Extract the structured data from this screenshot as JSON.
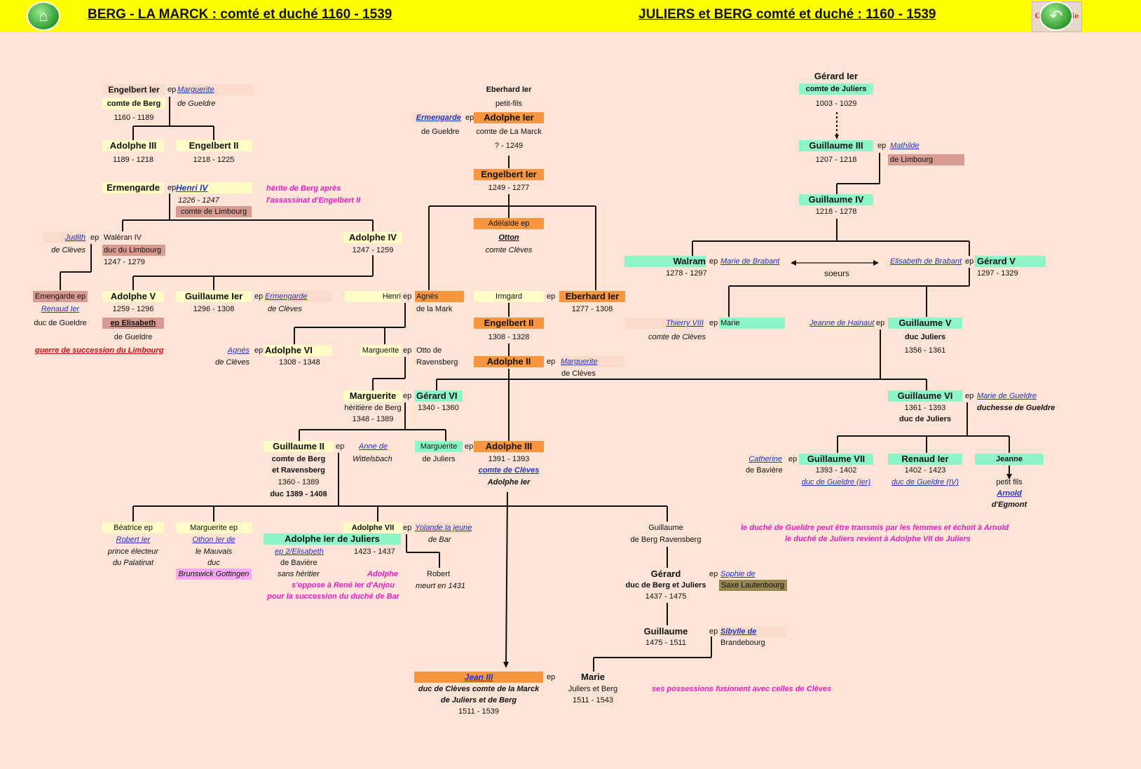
{
  "header": {
    "left_title": "BERG - LA MARCK : comté et duché  1160 - 1539",
    "right_title": "JULIERS et BERG  comté et duché  : 1160 - 1539",
    "home_icon": "home-icon",
    "logo_text": "Généalogie",
    "back_icon": "back-arrow-icon"
  },
  "colors": {
    "header_bg": "#ffff00",
    "page_bg": "#fde4d6",
    "berg": "#fffcc8",
    "la_marck": "#f7963f",
    "juliers": "#8ef5c8",
    "limbourg": "#d79b92"
  },
  "tree": {
    "engelbert1": {
      "name": "Engelbert Ier",
      "title": "comte de Berg",
      "dates": "1160 - 1189",
      "ep": "ep",
      "spouse": "Marguerite",
      "spouse_house": "de Gueldre"
    },
    "adolphe3": {
      "name": "Adolphe III",
      "dates": "1189 - 1218"
    },
    "engelbert2": {
      "name": "Engelbert II",
      "dates": "1218 - 1225"
    },
    "ermengarde": {
      "name": "Ermengarde",
      "ep": "ep",
      "spouse": "Henri IV",
      "spouse_dates": "1226 - 1247",
      "spouse_title": "comte de Limbourg"
    },
    "note_berg": [
      "hérite de Berg après",
      "l'assassinat d'Engelbert II"
    ],
    "waleran": {
      "spouse": "Judith",
      "spouse_house": "de Clèves",
      "ep": "ep",
      "name": "Waléran IV",
      "title": "duc du Limbourg",
      "dates": "1247 - 1279"
    },
    "adolphe4": {
      "name": "Adolphe IV",
      "dates": "1247 - 1259"
    },
    "emengarde": {
      "name": "Emengarde ep",
      "spouse": "Renaud Ier",
      "spouse_title": "duc de Gueldre"
    },
    "war_note": "guerre de succession du Limbourg",
    "adolphe5": {
      "name": "Adolphe V",
      "dates": "1259 - 1296",
      "spouse": "ep Elisabeth",
      "spouse_house": "de Gueldre"
    },
    "guillaume1": {
      "name": "Guillaume Ier",
      "dates": "1296 - 1308",
      "ep": "ep",
      "spouse": "Ermengarde",
      "spouse_house": "de Clèves"
    },
    "henri": {
      "name": "Henri",
      "ep": "ep",
      "spouse": "Agnès",
      "spouse_house": "de la Mark"
    },
    "agnes": {
      "name": "Agnès",
      "house": "de Clèves",
      "ep": "ep"
    },
    "adolphe6": {
      "name": "Adolphe VI",
      "dates": "1308 - 1348"
    },
    "marguerite_r": {
      "name": "Marguerite",
      "ep": "ep",
      "spouse": "Otto de",
      "spouse2": "Ravensberg"
    },
    "marguerite_h": {
      "name": "Marguerite",
      "title": "héritière de Berg",
      "dates": "1348 - 1389",
      "ep": "ep"
    },
    "gerard6": {
      "name": "Gérard VI",
      "dates": "1340 - 1360"
    },
    "guillaume2": {
      "name": "Guillaume II",
      "title1": "comte de Berg",
      "title2": "et Ravensberg",
      "dates": "1360 - 1389",
      "duc": "duc 1389 - 1408",
      "ep": "ep",
      "spouse": "Anne de",
      "spouse_house": "Wittelsbach"
    },
    "marguerite_j": {
      "name": "Marguerite",
      "house": "de Juliers",
      "ep": "ep"
    },
    "eberhard_top": {
      "name": "Eberhard Ier",
      "title": "petit-fils"
    },
    "adolphe1": {
      "spouse": "Ermengarde",
      "spouse_house": "de Gueldre",
      "ep": "ep",
      "name": "Adolphe Ier",
      "title": "comte de La Marck",
      "dates": "? - 1249"
    },
    "engelbert1m": {
      "name": "Engelbert Ier",
      "dates": "1249 - 1277"
    },
    "adelaide": {
      "name": "Adélaïde ep",
      "spouse": "Otton",
      "spouse_title": "comte Clèves"
    },
    "irmgard": {
      "name": "Irmgard",
      "ep": "ep"
    },
    "eberhard1": {
      "name": "Eberhard Ier",
      "dates": "1277 - 1308"
    },
    "engelbert2m": {
      "name": "Engelbert II",
      "dates": "1308 - 1328"
    },
    "adolphe2": {
      "name": "Adolphe II",
      "ep": "ep",
      "spouse": "Marguerite",
      "spouse_house": "de Clèves"
    },
    "adolphe3m": {
      "name": "Adolphe III",
      "dates": "1391 - 1393",
      "title": "comte de Clèves",
      "title2": "Adolphe Ier"
    },
    "beatrice": {
      "name": "Béatrice ep",
      "spouse": "Robert Ier",
      "t1": "prince électeur",
      "t2": "du Palatinat"
    },
    "marguerite_b": {
      "name": "Marguerite ep",
      "spouse": "Othon Ier de",
      "t1": "le Mauvais",
      "t2": "duc",
      "t3": "Brunswick Gottingen"
    },
    "adolphe7": {
      "name": "Adolphe VII",
      "ep": "ep",
      "alt": "Adolphe Ier de Juliers",
      "spouse1": "ep 2/Elisabeth",
      "spouse1_house": "de Bavière",
      "note": "sans héritier",
      "dates": "1423 - 1437",
      "spouse2": "Yolande la jeune",
      "spouse2_house": "de Bar"
    },
    "adolphe_note": [
      "Adolphe",
      "s'oppose à René Ier d'Anjou",
      "pour la succession du duché de Bar"
    ],
    "robert": {
      "name": "Robert",
      "note": "meurt en 1431"
    },
    "guillaume_bergr": {
      "name": "Guillaume",
      "title": "de Berg Ravensberg"
    },
    "gerard_bj": {
      "name": "Gérard",
      "title": "duc de Berg et Juliers",
      "dates": "1437 - 1475",
      "ep": "ep",
      "spouse": "Sophie de",
      "spouse_house": "Saxe Lautenbourg"
    },
    "guillaume_b": {
      "name": "Guillaume",
      "dates": "1475 - 1511",
      "ep": "ep",
      "spouse": "Sibylle de",
      "spouse_house": "Brandebourg"
    },
    "jean3": {
      "name": "Jean III",
      "title1": "duc de Clèves comte de la Marck",
      "title2": "de Juliers et de Berg",
      "dates": "1511 - 1539",
      "ep": "ep"
    },
    "marie_jb": {
      "name": "Marie",
      "title": "Juliers et Berg",
      "dates": "1511 - 1543"
    },
    "fusion_note": "ses possessions fusionent avec celles de Clèves",
    "gerard1": {
      "name": "Gérard Ier",
      "title": "comte de Juliers",
      "dates": "1003 - 1029"
    },
    "guillaume3": {
      "name": "Guillaume III",
      "dates": "1207 - 1218",
      "ep": "ep",
      "spouse": "Mathilde",
      "spouse_house": "de Limbourg"
    },
    "guillaume4": {
      "name": "Guillaume IV",
      "dates": "1218 - 1278"
    },
    "walram": {
      "name": "Walram",
      "dates": "1278 - 1297",
      "ep": "ep",
      "spouse": "Marie de Brabant"
    },
    "soeurs": "soeurs",
    "gerard5": {
      "spouse": "Elisabeth de Brabant",
      "ep": "ep",
      "name": "Gérard V",
      "dates": "1297 - 1329"
    },
    "marie_j": {
      "spouse": "Thierry VIII",
      "spouse_title": "comte de Clèves",
      "ep": "ep",
      "name": "Marie"
    },
    "guillaume5": {
      "spouse": "Jeanne de Hainaut",
      "ep": "ep",
      "name": "Guillaume V",
      "title": "duc Juliers",
      "dates": "1356 - 1361"
    },
    "guillaume6": {
      "name": "Guillaume VI",
      "dates": "1361 - 1393",
      "title": "duc de Juliers",
      "ep": "ep",
      "spouse": "Marie de Gueldre",
      "spouse_title": "duchesse de Gueldre"
    },
    "guillaume7": {
      "spouse": "Catherine",
      "spouse_house": "de Bavière",
      "ep": "ep",
      "name": "Guillaume VII",
      "dates": "1393 - 1402",
      "title": "duc de Gueldre (Ier)"
    },
    "renaud1": {
      "name": "Renaud Ier",
      "dates": "1402 - 1423",
      "title": "duc de Gueldre (IV)"
    },
    "jeanne": {
      "name": "Jeanne",
      "t1": "petit fils",
      "t2": "Arnold",
      "t3": "d'Egmont"
    },
    "gueldre_note": [
      "le duché de Gueldre peut être transmis par les femmes et échoit à Arnold",
      "le duché de Juliers revient à Adolphe VII de Juliers"
    ]
  }
}
